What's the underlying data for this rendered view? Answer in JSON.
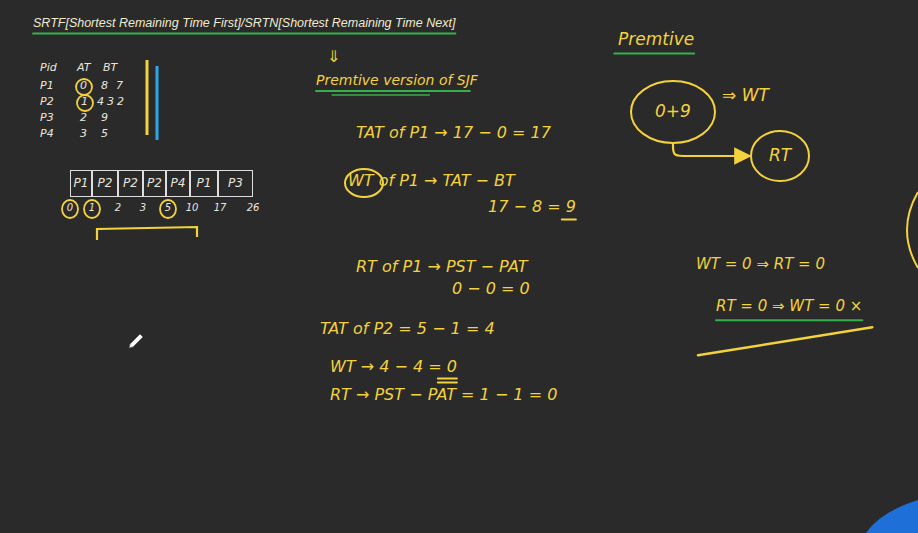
{
  "diagram": {
    "title": "SRTF[Shortest Remaining Time First]/SRTN[Shortest Remaining Time Next]",
    "nodes": [
      {
        "text": [
          "0+9"
        ]
      },
      {
        "text": [
          "RT"
        ]
      },
      {
        "text": [
          "P1"
        ]
      },
      {
        "text": [
          "P2"
        ]
      },
      {
        "text": [
          "P2"
        ]
      },
      {
        "text": [
          "P2"
        ]
      },
      {
        "text": [
          "P4"
        ]
      },
      {
        "text": [
          "P1"
        ]
      },
      {
        "text": [
          "P3"
        ]
      }
    ],
    "edges": [
      {
        "from": 0,
        "to": 1,
        "arrow": "to"
      }
    ],
    "labels": [
      "⇓",
      "Premtive version of SJF",
      "Premtive",
      "Pid",
      "AT",
      "BT",
      "P1",
      "0",
      "8",
      "7",
      "P2",
      "1",
      "4",
      "3",
      "2",
      "P3",
      "2",
      "9",
      "P4",
      "3",
      "5",
      "0",
      "1",
      "2",
      "3",
      "5",
      "10",
      "17",
      "26",
      "TAT of P1 → 17 − 0 = 17",
      "WT of P1 → TAT − BT",
      "17 − 8 = 9",
      "RT of P1 → PST − PAT",
      "0 − 0 = 0",
      "TAT of P2 = 5 − 1 = 4",
      "WT → 4 − 4 = 0",
      "RT → PST − PAT = 1 − 1 = 0",
      "⇒ WT",
      "WT = 0 ⇒ RT = 0",
      "RT = 0 ⇒ WT = 0 ×"
    ]
  }
}
